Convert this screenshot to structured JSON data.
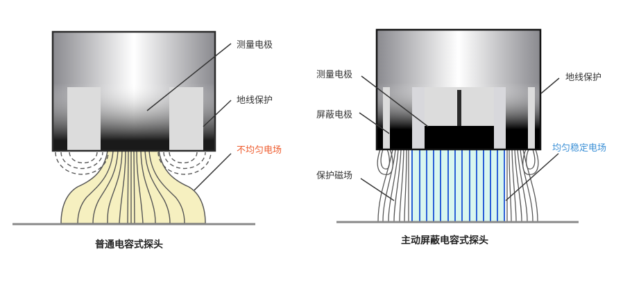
{
  "left_panel": {
    "caption": "普通电容式探头",
    "labels": {
      "measure_electrode": "测量电极",
      "ground_guard": "地线保护",
      "nonuniform_field": "不均匀电场"
    },
    "colors": {
      "nonuniform_field_label": "#ee5a2c",
      "field_fill": "#f6f0c0"
    }
  },
  "right_panel": {
    "caption": "主动屏蔽电容式探头",
    "labels": {
      "measure_electrode": "测量电极",
      "shield_electrode": "屏蔽电极",
      "ground_guard": "地线保护",
      "guard_field": "保护磁场",
      "uniform_field": "均匀稳定电场"
    },
    "colors": {
      "uniform_field_label": "#3a8fd6",
      "field_fill": "#d9f7ef",
      "field_lines": "#2a5fd6"
    }
  }
}
